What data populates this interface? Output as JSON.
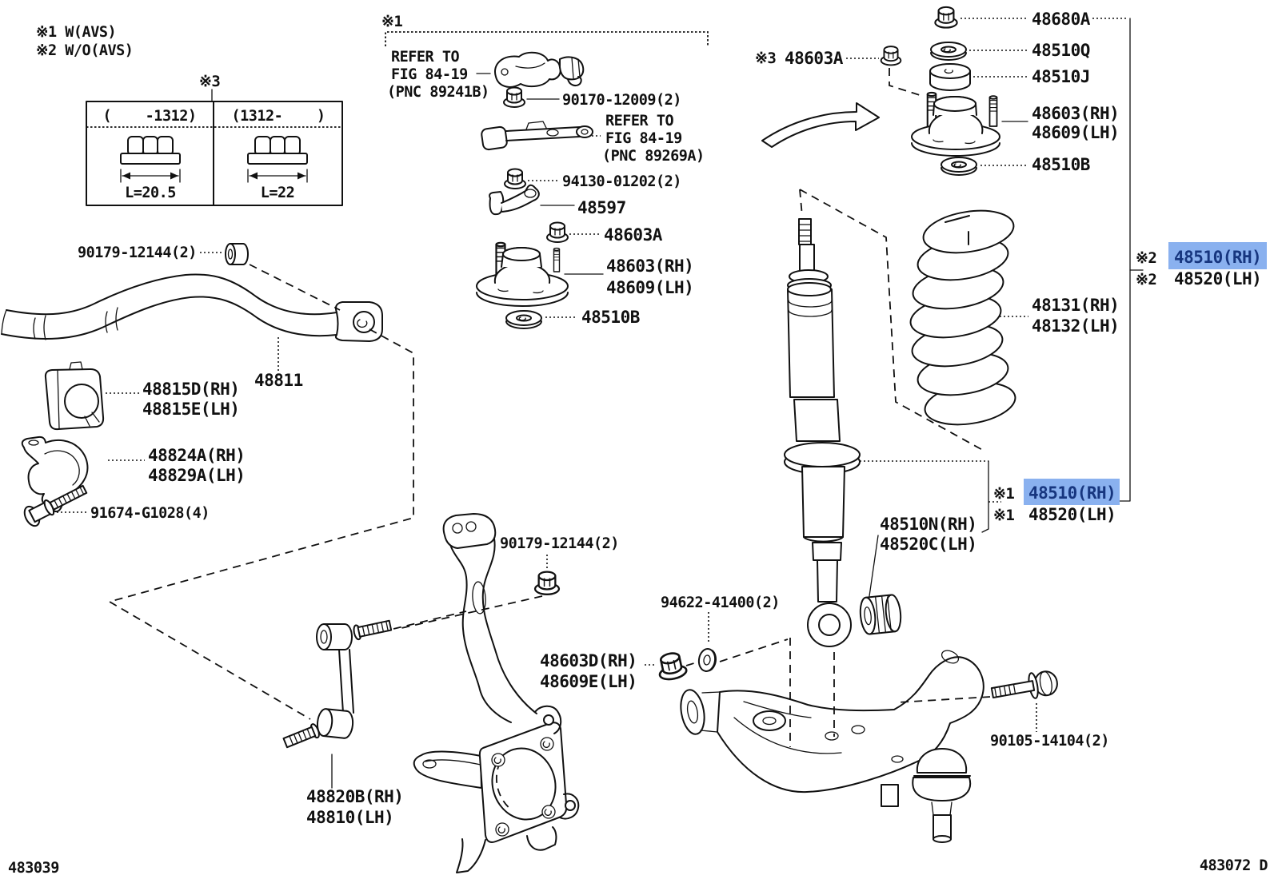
{
  "colors": {
    "ink": "#111111",
    "highlight_bg": "#8ab1ef",
    "highlight_text": "#17367f",
    "background": "#ffffff"
  },
  "legend": {
    "note_w_avs": "※1 W(AVS)",
    "note_wo_avs": "※2 W/O(AVS)"
  },
  "nut_table": {
    "marker": "※3",
    "col1_header": "(    -1312)",
    "col2_header": "(1312-    )",
    "col1_length": "L=20.5",
    "col2_length": "L=22"
  },
  "inset": {
    "marker": "※1",
    "refer1": [
      "REFER TO",
      "FIG 84-19",
      "(PNC 89241B)"
    ],
    "nut_upper": "90170-12009(2)",
    "refer2": [
      "REFER TO",
      "FIG 84-19",
      "(PNC 89269A)"
    ],
    "nut_lower": "94130-01202(2)",
    "plate": "48597",
    "small_nut": "48603A",
    "support_rh": "48603(RH)",
    "support_lh": "48609(LH)",
    "washer": "48510B"
  },
  "support_stack": {
    "marker3": "※3",
    "marker3_nut": "48603A",
    "lock_nut": "48680A",
    "washer_upper": "48510Q",
    "cushion": "48510J",
    "support_rh": "48603(RH)",
    "support_lh": "48609(LH)",
    "washer_lower": "48510B"
  },
  "spring": {
    "rh": "48131(RH)",
    "lh": "48132(LH)"
  },
  "shock_wo_avs": {
    "marker": "※2",
    "rh": "48510(RH)",
    "lh": "48520(LH)"
  },
  "shock_w_avs": {
    "marker": "※1",
    "rh": "48510(RH)",
    "lh": "48520(LH)"
  },
  "stabilizer": {
    "bush_bolt": "90179-12144(2)",
    "bar": "48811",
    "bush_rh": "48815D(RH)",
    "bush_lh": "48815E(LH)",
    "bracket_rh": "48824A(RH)",
    "bracket_lh": "48829A(LH)",
    "bolt": "91674-G1028(4)",
    "link_nut": "90179-12144(2)",
    "link_rh": "48820B(RH)",
    "link_lh": "48810(LH)"
  },
  "lower_mount": {
    "nut_rh": "48603D(RH)",
    "nut_lh": "48609E(LH)",
    "washer": "94622-41400(2)",
    "cushion_rh": "48510N(RH)",
    "cushion_lh": "48520C(LH)",
    "bolt": "90105-14104(2)"
  },
  "footer": {
    "left_code": "483039",
    "right_code": "483072 D"
  }
}
